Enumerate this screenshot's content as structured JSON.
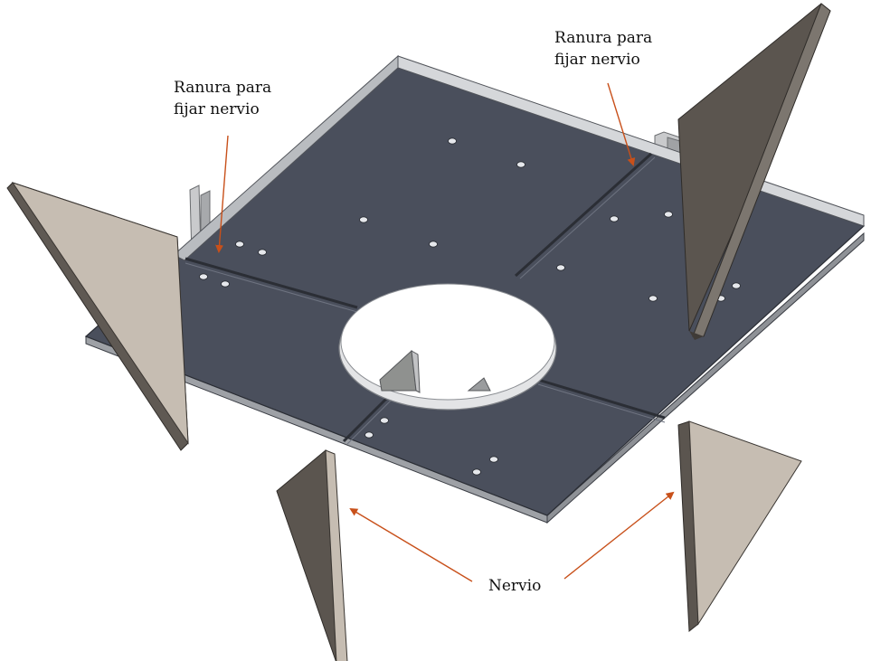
{
  "callouts": {
    "slot_left": {
      "line1": "Ranura para",
      "line2": "fijar nervio"
    },
    "slot_right": {
      "line1": "Ranura para",
      "line2": "fijar nervio"
    },
    "rib": "Nervio"
  },
  "colors": {
    "plate_top": "#4a4f5c",
    "plate_edge": "#b9bcc0",
    "rib_light": "#c6bdb2",
    "rib_dark": "#5b554f",
    "arrow": "#c8501a"
  }
}
